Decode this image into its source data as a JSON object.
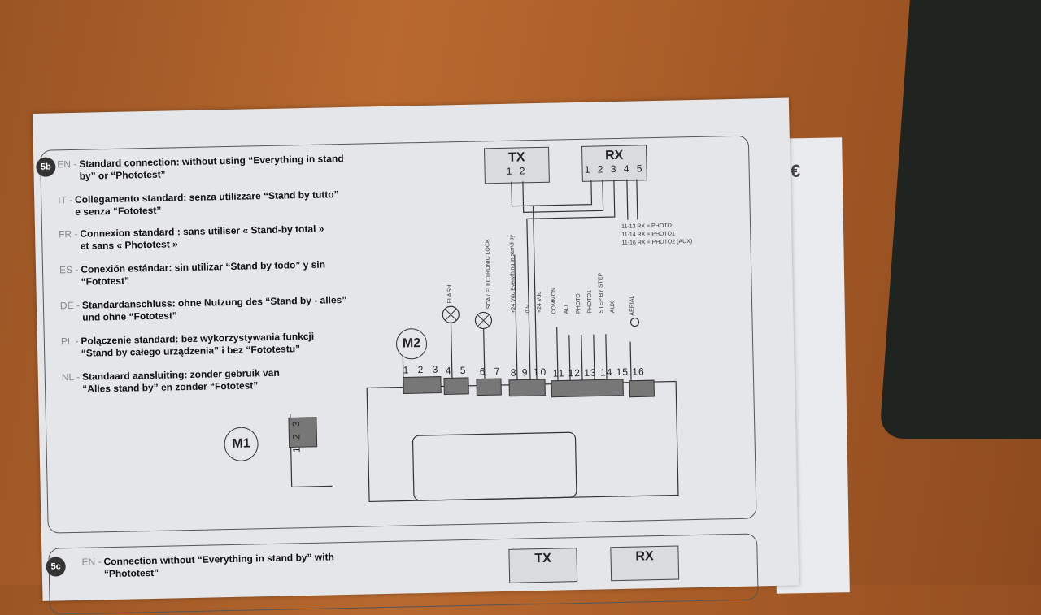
{
  "section_a": {
    "badge": "5b",
    "languages": [
      {
        "code": "EN -",
        "text": "Standard connection: without using “Everything in stand\nby” or  “Phototest”"
      },
      {
        "code": "IT -",
        "text": "Collegamento standard: senza utilizzare “Stand by tutto”\ne senza “Fototest”"
      },
      {
        "code": "FR -",
        "text": "Connexion standard : sans utiliser « Stand-by total »\net sans « Phototest »"
      },
      {
        "code": "ES -",
        "text": "Conexión estándar: sin utilizar  “Stand by todo” y sin\n“Fototest”"
      },
      {
        "code": "DE -",
        "text": "Standardanschluss: ohne Nutzung des “Stand by - alles”\nund ohne “Fototest”"
      },
      {
        "code": "PL -",
        "text": "Połączenie standard: bez wykorzystywania funkcji\n“Stand by całego urządzenia” i bez “Fototestu”"
      },
      {
        "code": "NL -",
        "text": "Standaard aansluiting: zonder gebruik van\n“Alles stand by” en zonder “Fototest”"
      }
    ]
  },
  "diagram": {
    "tx": {
      "label": "TX",
      "pins": "1 2"
    },
    "rx": {
      "label": "RX",
      "pins": "1 2 3 4 5"
    },
    "rx_notes": [
      "11-13  RX = PHOTO",
      "11-14  RX = PHOTO1",
      "11-16  RX = PHOTO2 (AUX)"
    ],
    "motor_m2": "M2",
    "motor_m1": "M1",
    "m1_terminals": "1 2 3",
    "vertical_labels": [
      "FLASH",
      "SCA / ELECTRONIC LOCK",
      "+24 Vdc Everything in stand by",
      "0 V",
      "+24 Vdc",
      "COMMON",
      "ALT",
      "PHOTO",
      "PHOTO1",
      "STEP BY STEP",
      "AUX",
      "AERIAL"
    ],
    "terminals": [
      "1 2 3",
      "4 5",
      "6 7",
      "8 9 10",
      "11 12 13 14 15 16"
    ]
  },
  "section_b": {
    "badge": "5c",
    "code": "EN -",
    "text": "Connection without “Everything in stand by” with\n“Phototest”",
    "tx": "TX",
    "rx": "RX"
  },
  "mark": "€"
}
